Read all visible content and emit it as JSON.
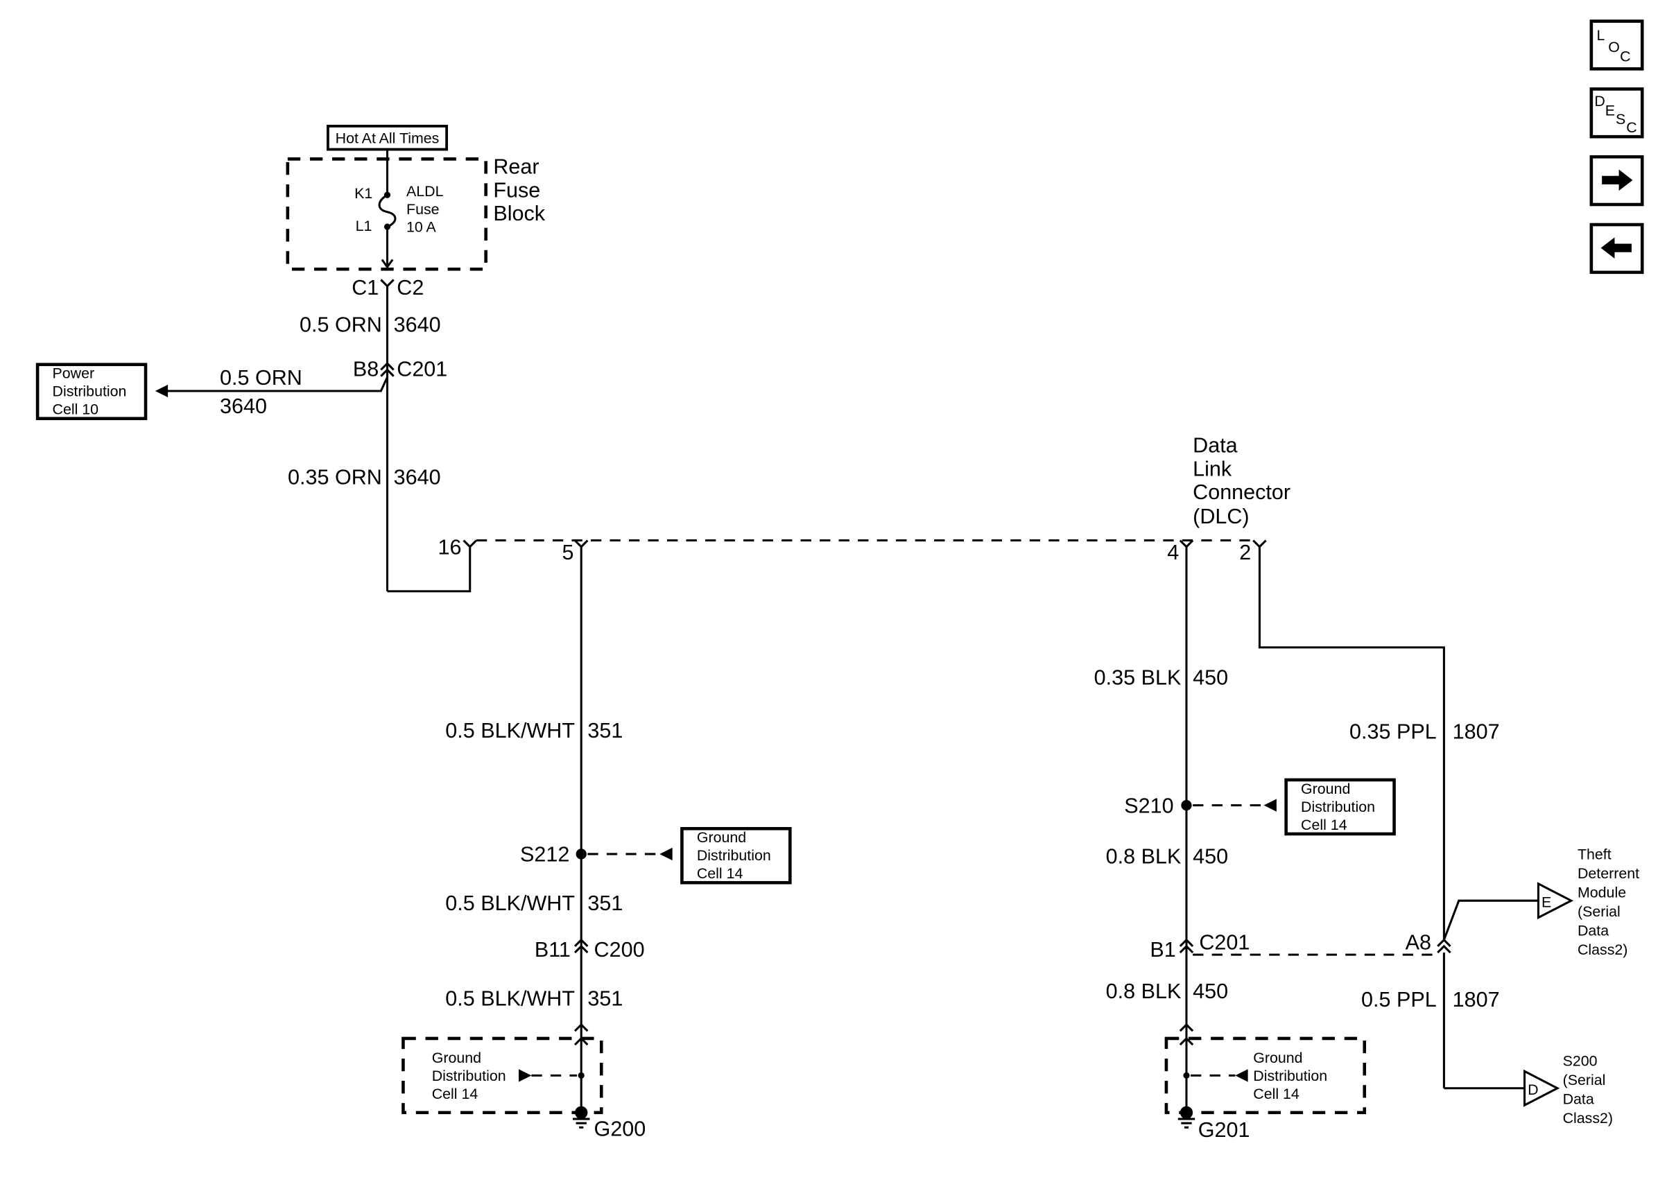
{
  "header_box": "Hot At All Times",
  "rear_fuse_block": {
    "line1": "Rear",
    "line2": "Fuse",
    "line3": "Block"
  },
  "fuse": {
    "k_terminal": "K1",
    "l_terminal": "L1",
    "name": "ALDL",
    "word": "Fuse",
    "rating": "10 A"
  },
  "connectors": {
    "c1": "C1",
    "c2": "C2",
    "b8": "B8",
    "c201_top": "C201",
    "b11": "B11",
    "c200": "C200",
    "b1": "B1",
    "c201_bottom": "C201",
    "a8": "A8"
  },
  "wires": {
    "w1_gauge": "0.5 ORN",
    "w1_circuit": "3640",
    "w2_gauge": "0.5 ORN",
    "w2_circuit": "3640",
    "w3_gauge": "0.35 ORN",
    "w3_circuit": "3640",
    "w4_gauge": "0.5 BLK/WHT",
    "w4_circuit": "351",
    "w5_gauge": "0.5 BLK/WHT",
    "w5_circuit": "351",
    "w6_gauge": "0.5 BLK/WHT",
    "w6_circuit": "351",
    "w7_gauge": "0.35 BLK",
    "w7_circuit": "450",
    "w8_gauge": "0.8 BLK",
    "w8_circuit": "450",
    "w9_gauge": "0.8 BLK",
    "w9_circuit": "450",
    "w10_gauge": "0.35 PPL",
    "w10_circuit": "1807",
    "w11_gauge": "0.5 PPL",
    "w11_circuit": "1807"
  },
  "power_distribution": {
    "line1": "Power",
    "line2": "Distribution",
    "line3": "Cell 10"
  },
  "ground_distribution": {
    "line1": "Ground",
    "line2": "Distribution",
    "line3": "Cell 14"
  },
  "splices": {
    "s212": "S212",
    "s210": "S210"
  },
  "grounds": {
    "g200": "G200",
    "g201": "G201"
  },
  "dlc": {
    "line1": "Data",
    "line2": "Link",
    "line3": "Connector",
    "line4": "(DLC)",
    "pin16": "16",
    "pin5": "5",
    "pin4": "4",
    "pin2": "2"
  },
  "theft_module": {
    "letter": "E",
    "line1": "Theft",
    "line2": "Deterrent",
    "line3": "Module",
    "line4": "(Serial",
    "line5": "Data",
    "line6": "Class2)"
  },
  "s200_ref": {
    "letter": "D",
    "line1": "S200",
    "line2": "(Serial",
    "line3": "Data",
    "line4": "Class2)"
  },
  "nav": {
    "loc": {
      "l": "L",
      "o": "O",
      "c": "C"
    },
    "desc": {
      "d": "D",
      "e": "E",
      "s": "S",
      "c": "C"
    },
    "next_icon": "right-arrow-icon",
    "prev_icon": "left-arrow-icon"
  }
}
